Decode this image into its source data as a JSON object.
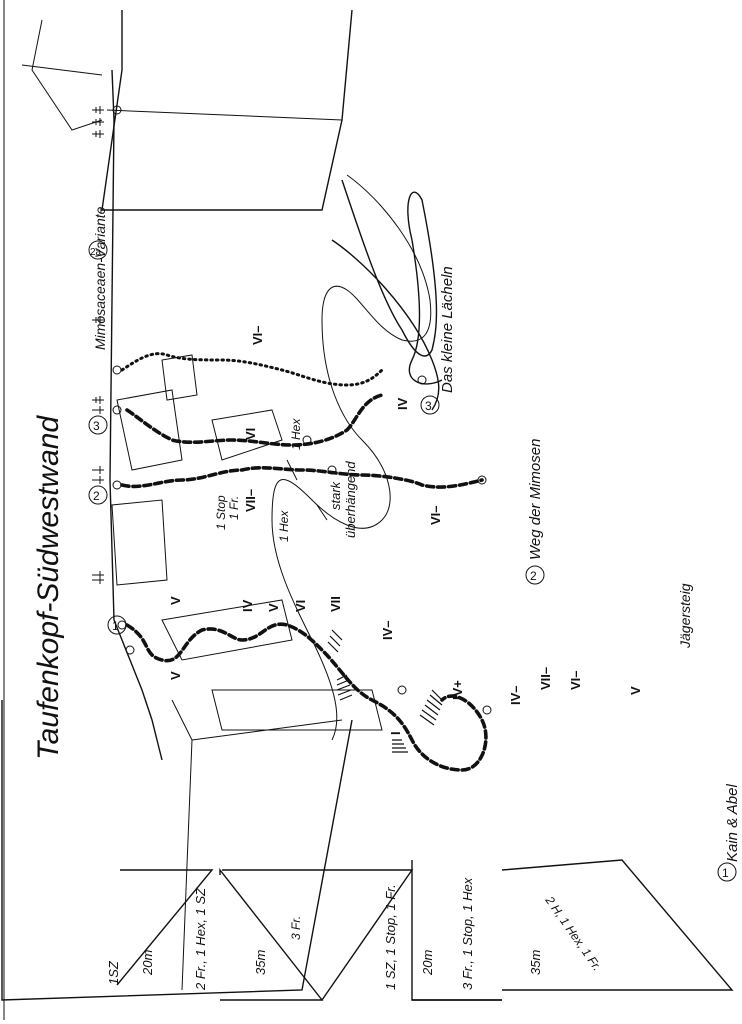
{
  "title": "Taufenkopf-Südwestwand",
  "routes": {
    "r1": {
      "number": "1",
      "name": "Kain & Abel"
    },
    "r2": {
      "number": "2",
      "name": "Weg der Mimosen"
    },
    "r3": {
      "number": "3",
      "name": "Das kleine Lächeln"
    },
    "r2a": {
      "number": "2a",
      "name": "Mimosaceaen-Variante"
    }
  },
  "approach": "Jägersteig",
  "annotations": {
    "strongly_overhanging_1": "stark",
    "strongly_overhanging_2": "überhängend",
    "one_hex_a": "1 Hex",
    "one_hex_b": "1 Hex",
    "stop_fr_1": "1 Stop",
    "stop_fr_2": "1 Fr."
  },
  "grades": {
    "g1": "V",
    "g2": "V",
    "g3": "IV",
    "g4": "V",
    "g5": "VI",
    "g6": "VII",
    "g7": "IV–",
    "g8": "IV+",
    "g9": "I",
    "g10": "IV–",
    "g11": "VII–",
    "g12": "VI–",
    "g13": "V",
    "g14": "VII–",
    "g15": "VI",
    "g16": "VI–",
    "g17": "IV",
    "g18": "VI–"
  },
  "pitches": [
    {
      "length": "",
      "gear": "1SZ"
    },
    {
      "length": "20m",
      "gear": ""
    },
    {
      "length": "",
      "gear": "2 Fr., 1 Hex, 1 SZ"
    },
    {
      "length": "35m",
      "gear": "3 Fr."
    },
    {
      "length": "",
      "gear": "1 SZ, 1 Stop, 1 Fr."
    },
    {
      "length": "20m",
      "gear": ""
    },
    {
      "length": "",
      "gear": "3 Fr., 1 Stop, 1 Hex"
    },
    {
      "length": "35m",
      "gear": "2 H, 1 Hex, 1 Fr."
    }
  ]
}
